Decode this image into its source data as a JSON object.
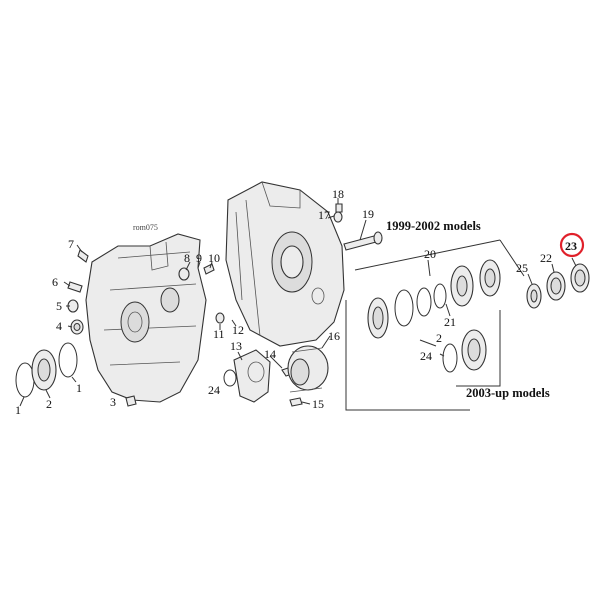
{
  "drawing_code": "rom075",
  "captions": {
    "models_1999_2002": "1999-2002 models",
    "models_2003_up": "2003-up models"
  },
  "callouts": {
    "c1a": "1",
    "c1b": "1",
    "c2a": "2",
    "c2b": "2",
    "c3": "3",
    "c4": "4",
    "c5": "5",
    "c6": "6",
    "c7": "7",
    "c8": "8",
    "c9": "9",
    "c10": "10",
    "c11": "11",
    "c12": "12",
    "c13": "13",
    "c14": "14",
    "c15": "15",
    "c16": "16",
    "c17": "17",
    "c18": "18",
    "c19": "19",
    "c20": "20",
    "c21": "21",
    "c22": "22",
    "c23": "23",
    "c24a": "24",
    "c24b": "24",
    "c25": "25"
  },
  "highlighted_callout": "23",
  "colors": {
    "highlight": "#e0202a",
    "line": "#333333",
    "part_fill": "#ececec"
  }
}
